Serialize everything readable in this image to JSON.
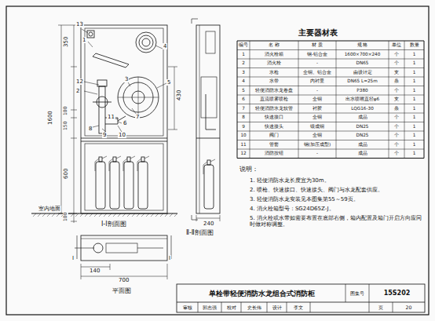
{
  "diagram": {
    "title": "单栓带轻便消防水龙组合式消防柜",
    "labels": [
      "13",
      "1",
      "12",
      "2",
      "3",
      "4",
      "5",
      "7",
      "11",
      "6",
      "8",
      "9",
      "10",
      "350",
      "1600",
      "100",
      "150",
      "600",
      "100",
      "室内地面",
      "430",
      "Ⅰ-Ⅰ剖面图",
      "240",
      "Ⅱ-Ⅱ剖面图",
      "140",
      "700",
      "平面图",
      "Ⅰ",
      "Ⅰ",
      "主要器材表",
      "编号",
      "名 称",
      "材 质",
      "规 格",
      "单位",
      "数量",
      "1",
      "消火栓箱",
      "钢-铝合金",
      "1600×700×240",
      "个",
      "1",
      "2",
      "消火栓",
      "-",
      "DN65",
      "个",
      "1",
      "3",
      "水枪",
      "全铜、铝合金",
      "由设计定",
      "支",
      "1",
      "4",
      "水带",
      "内衬里",
      "DN65 L=25m",
      "条",
      "1",
      "5",
      "轻便消防水龙卷盘",
      "-",
      "P380",
      "个",
      "1",
      "6",
      "直流喷雾喷枪",
      "全铜",
      "出水喷嘴直径φ6",
      "支",
      "1",
      "7",
      "轻便消防水龙软管",
      "衬胶",
      "LQG16-30",
      "条",
      "1",
      "8",
      "快速接口",
      "全铜",
      "成品",
      "个",
      "1",
      "9",
      "快速接头",
      "锻成铜",
      "DN25",
      "个",
      "1",
      "10",
      "阀门",
      "全铜",
      "DN25",
      "个",
      "1",
      "11",
      "管套",
      "钢(加压成型)",
      "成品",
      "个",
      "1",
      "12",
      "消防按钮",
      "-",
      "成品",
      "个",
      "1",
      "说明：",
      "1. 轻便消防水龙长度宜为30m。",
      "2. 喷枪、快速接口、快速接头、阀门与水龙配套供应。",
      "3. 轻便消防水龙安装见本图集第55～59页。",
      "4. 消火栓箱型号：SG24D65Z-J。",
      "5. 消火栓或水带如需要布置在底部右侧，箱内配置及箱门开启方向应同时做对称调整。",
      "图集号",
      "15S202",
      "审核",
      "郭志强",
      "校对",
      "史长伟",
      "设计",
      "李文",
      "页",
      "20"
    ]
  }
}
